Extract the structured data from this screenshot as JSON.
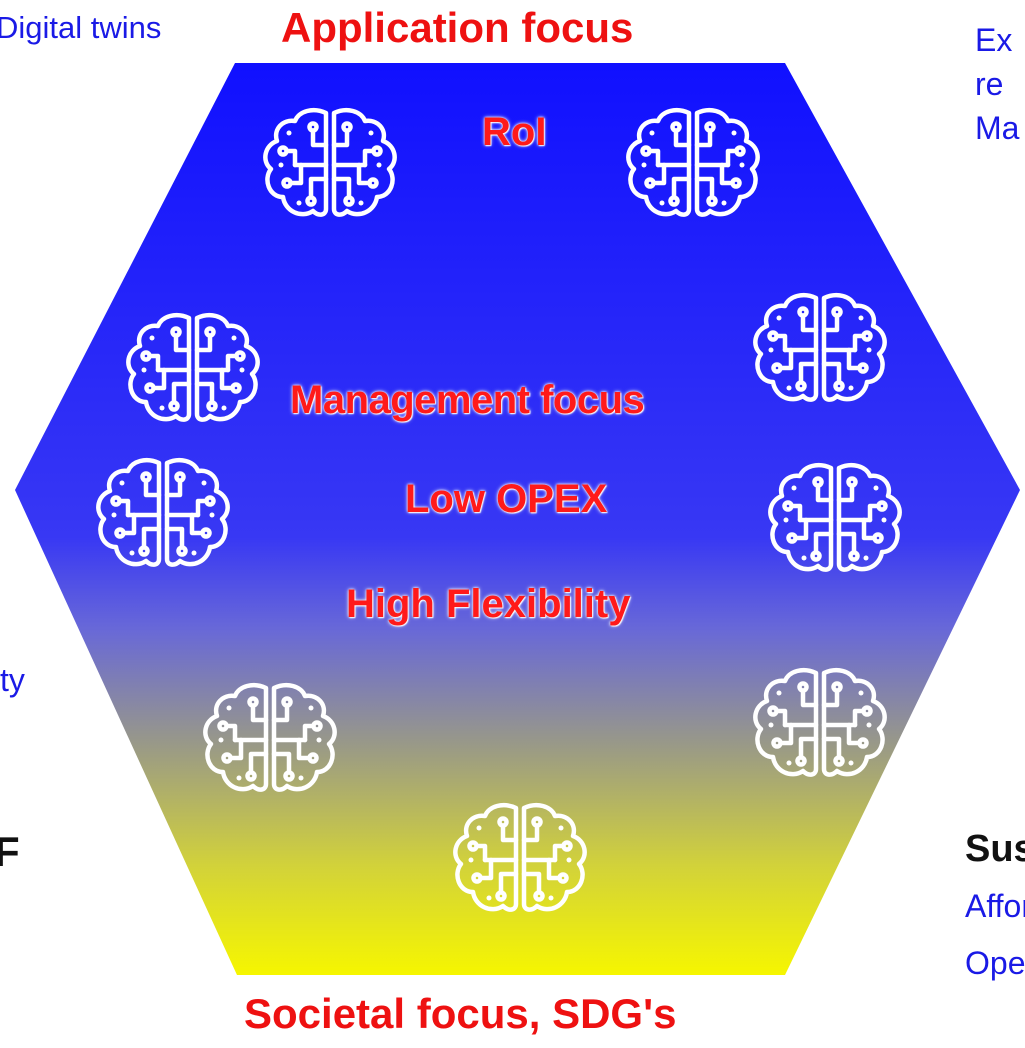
{
  "top_left": "Digital twins",
  "top_center": "Application focus",
  "top_right": {
    "line1": "Ex",
    "line2": "re",
    "line3": "Ma"
  },
  "left_mid": "ty",
  "left_lower": "F",
  "hex": {
    "roi": "RoI",
    "management": "Management focus",
    "opex": "Low OPEX",
    "flex": "High Flexibility"
  },
  "right_lower": {
    "heading": "Sust",
    "line1": "Afford",
    "line2": "Open"
  },
  "bottom_center": "Societal focus, SDG's",
  "colors": {
    "top": "#1010ff",
    "bottom": "#f6f600",
    "accent_red": "#ee1111",
    "text_blue": "#1a1ae6"
  },
  "icons": [
    "brain-circuit-icon",
    "brain-circuit-icon",
    "brain-circuit-icon",
    "brain-circuit-icon",
    "brain-circuit-icon",
    "brain-circuit-icon",
    "brain-circuit-icon",
    "brain-circuit-icon",
    "brain-circuit-icon"
  ]
}
